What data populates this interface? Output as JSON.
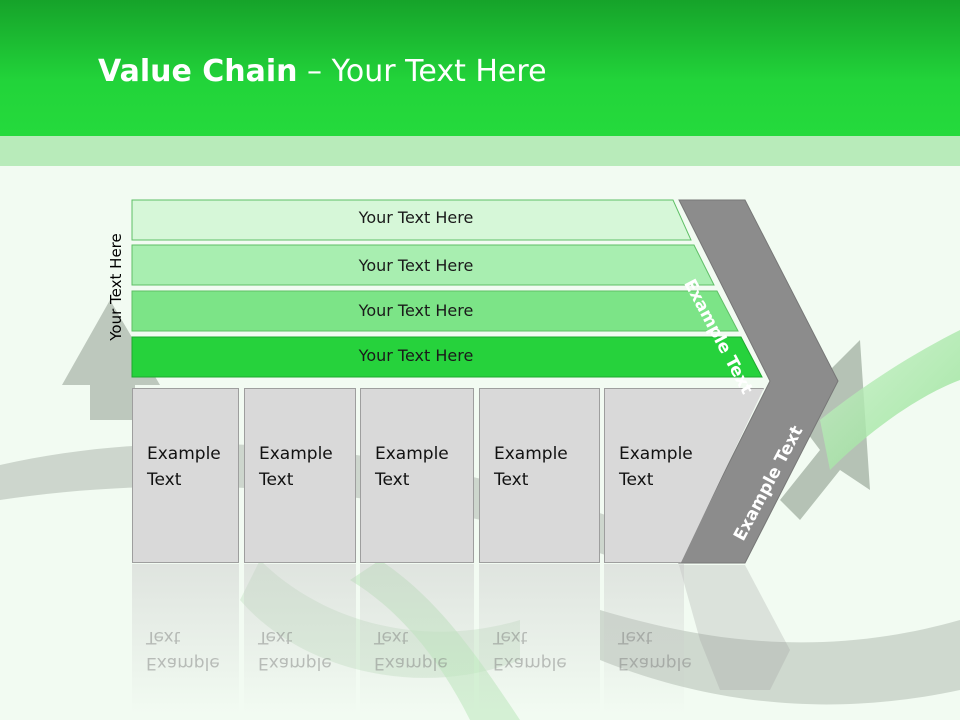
{
  "title": {
    "bold": "Value Chain",
    "rest": " – Your Text Here"
  },
  "vertical_label": "Your Text Here",
  "bands": [
    {
      "label": "Your Text Here",
      "color": "#d6f7d8"
    },
    {
      "label": "Your Text Here",
      "color": "#a8eeb0"
    },
    {
      "label": "Your Text Here",
      "color": "#7ce487"
    },
    {
      "label": "Your Text Here",
      "color": "#26d23c"
    }
  ],
  "columns": [
    {
      "line1": "Example",
      "line2": "Text"
    },
    {
      "line1": "Example",
      "line2": "Text"
    },
    {
      "line1": "Example",
      "line2": "Text"
    },
    {
      "line1": "Example",
      "line2": "Text"
    },
    {
      "line1": "Example",
      "line2": "Text"
    }
  ],
  "chevron": {
    "upper": "Example Text",
    "lower": "Example Text",
    "color": "#8c8c8c"
  },
  "colors": {
    "header": "#22d43a",
    "strip": "#b8ebba",
    "column": "#d9d9d9"
  }
}
